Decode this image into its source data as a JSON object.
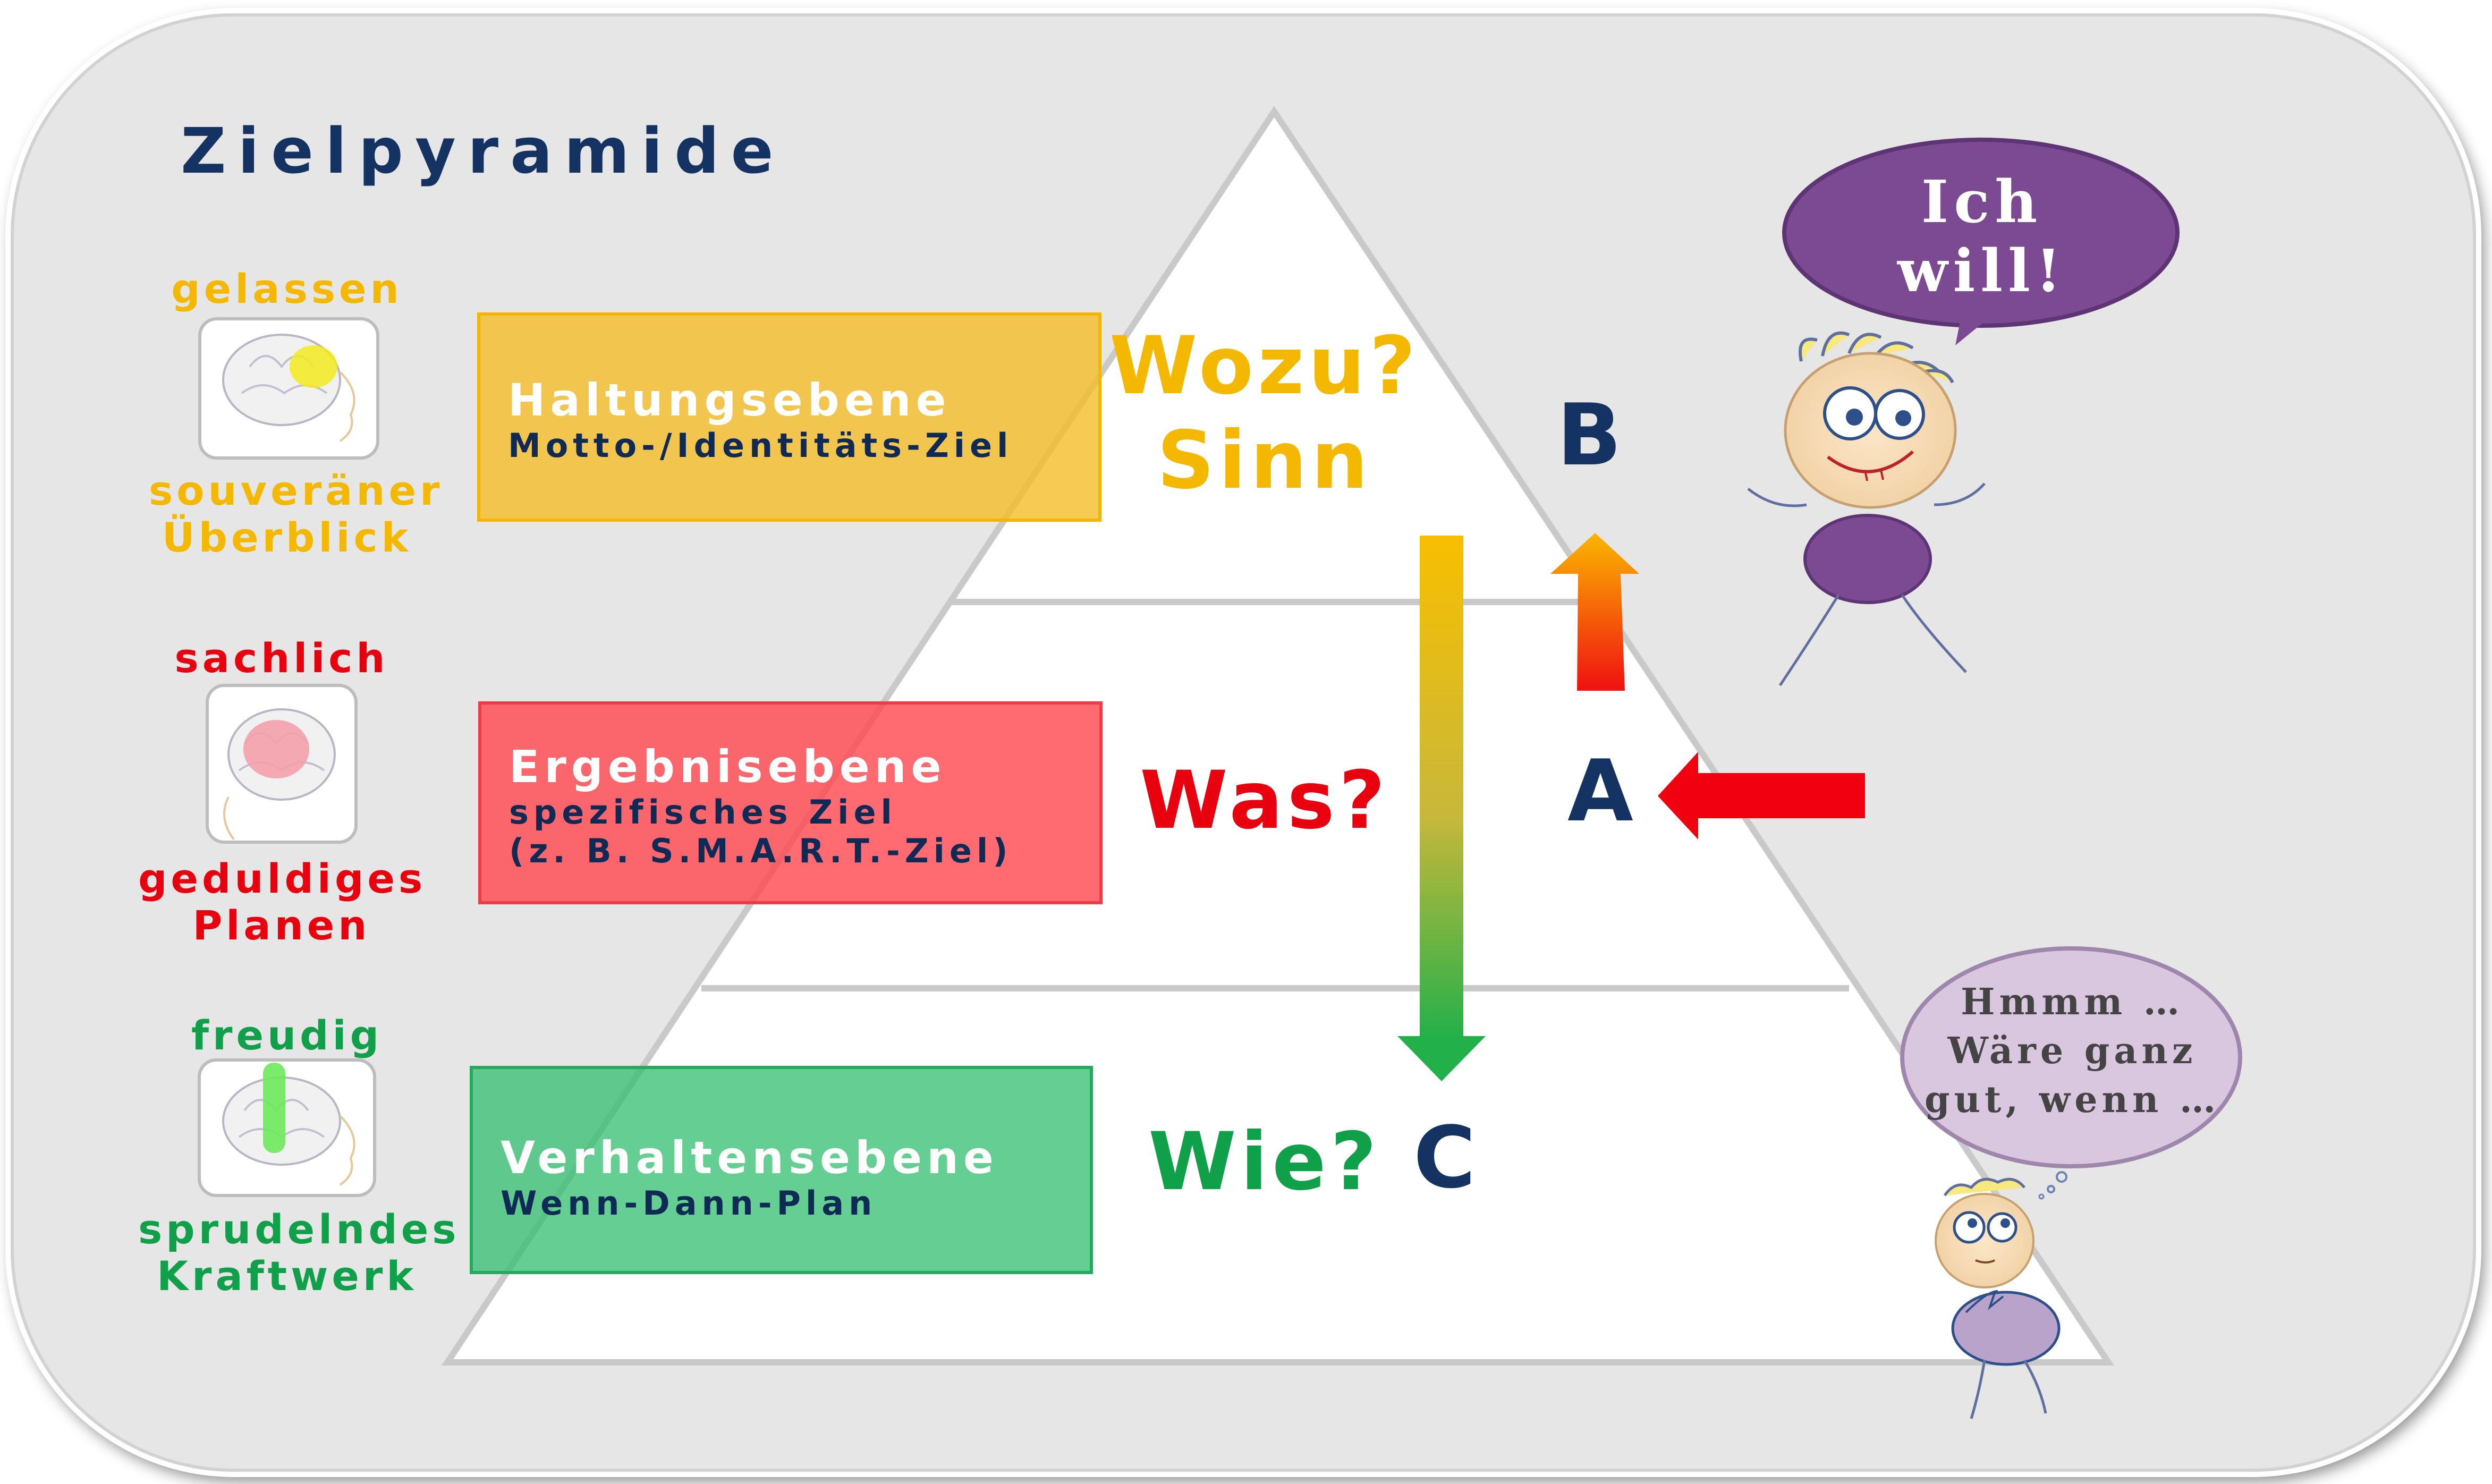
{
  "title": "Zielpyramide",
  "levels": [
    {
      "mood_top": "gelassen",
      "mood_bottom": [
        "souveräner",
        "Überblick"
      ],
      "box_title": "Haltungsebene",
      "box_subtitle": [
        "Motto-/Identitäts-Ziel"
      ],
      "question": [
        "Wozu?",
        "Sinn"
      ],
      "color": "#f5b800"
    },
    {
      "mood_top": "sachlich",
      "mood_bottom": [
        "geduldiges",
        "Planen"
      ],
      "box_title": "Ergebnisebene",
      "box_subtitle": [
        "spezifisches Ziel",
        "(z. B.  S.M.A.R.T.-Ziel)"
      ],
      "question": [
        "Was?"
      ],
      "color": "#e8000e"
    },
    {
      "mood_top": "freudig",
      "mood_bottom": [
        "sprudelndes",
        "Kraftwerk"
      ],
      "box_title": "Verhaltensebene",
      "box_subtitle": [
        "Wenn-Dann-Plan"
      ],
      "question": [
        "Wie?"
      ],
      "color": "#11a04a"
    }
  ],
  "markers": {
    "b": "B",
    "a": "A",
    "c": "C"
  },
  "bubbles": {
    "top": [
      "Ich",
      "will!"
    ],
    "bottom": [
      "Hmmm …",
      "Wäre ganz",
      "gut, wenn …"
    ]
  },
  "colors": {
    "navy": "#143262",
    "purple_bubble": "#7b4a93",
    "lilac_bubble": "#d9c7df"
  }
}
